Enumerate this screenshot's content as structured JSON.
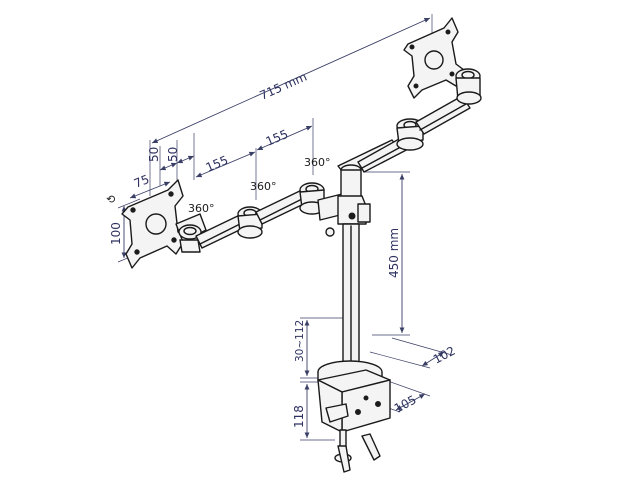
{
  "dimensions": {
    "total_span": "715 mm",
    "arm_segment_a": "155",
    "arm_segment_b": "155",
    "offset_a": "50",
    "offset_b": "50",
    "vesa_width": "75",
    "vesa_height": "100",
    "pole_height": "450 mm",
    "clamp_range": "30~112",
    "clamp_height": "118",
    "clamp_depth": "105",
    "base_depth": "102"
  },
  "rotation_labels": {
    "tilt_symbol": "⟲",
    "joint_left": "360°",
    "joint_middle": "360°",
    "joint_right": "360°"
  }
}
